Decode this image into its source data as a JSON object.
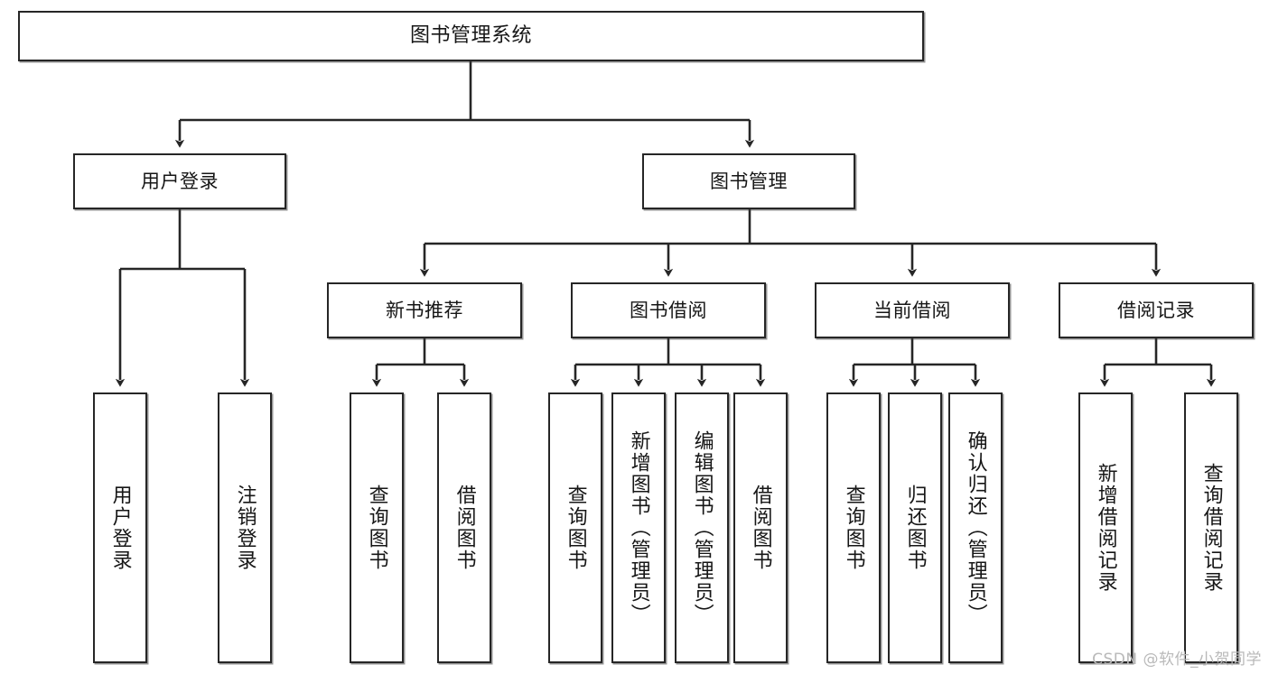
{
  "diagram": {
    "title": "图书管理系统",
    "type": "tree",
    "watermark": "CSDN @软件_小贺同学",
    "colors": {
      "box_border": "#262626",
      "box_fill": "#ffffff",
      "edge": "#262626",
      "text": "#161616",
      "watermark": "#b9b9b9"
    },
    "levels": {
      "root": [
        "图书管理系统"
      ],
      "level2": [
        "用户登录",
        "图书管理"
      ],
      "level3": [
        "新书推荐",
        "图书借阅",
        "当前借阅",
        "借阅记录"
      ],
      "leaves": [
        "用户登录",
        "注销登录",
        "查询图书",
        "借阅图书",
        "查询图书",
        "新增图书（管理员）",
        "编辑图书（管理员）",
        "借阅图书",
        "查询图书",
        "归还图书",
        "确认归还（管理员）",
        "新增借阅记录",
        "查询借阅记录"
      ]
    },
    "nodes": {
      "root": {
        "label": "图书管理系统"
      },
      "user_login": {
        "label": "用户登录"
      },
      "book_manage": {
        "label": "图书管理"
      },
      "new_book_rec": {
        "label": "新书推荐"
      },
      "book_borrow": {
        "label": "图书借阅"
      },
      "current_borrow": {
        "label": "当前借阅"
      },
      "borrow_record": {
        "label": "借阅记录"
      },
      "leaf_user_login": {
        "label": "用户登录"
      },
      "leaf_logout": {
        "label": "注销登录"
      },
      "leaf_query_book_a": {
        "label": "查询图书"
      },
      "leaf_borrow_book_a": {
        "label": "借阅图书"
      },
      "leaf_query_book_b": {
        "label": "查询图书"
      },
      "leaf_add_book": {
        "label": "新增图书（管理员）"
      },
      "leaf_edit_book": {
        "label": "编辑图书（管理员）"
      },
      "leaf_borrow_book_b": {
        "label": "借阅图书"
      },
      "leaf_query_book_c": {
        "label": "查询图书"
      },
      "leaf_return_book": {
        "label": "归还图书"
      },
      "leaf_confirm_return": {
        "label": "确认归还（管理员）"
      },
      "leaf_add_record": {
        "label": "新增借阅记录"
      },
      "leaf_query_record": {
        "label": "查询借阅记录"
      }
    },
    "edges": [
      {
        "from": "root",
        "to": "user_login"
      },
      {
        "from": "root",
        "to": "book_manage"
      },
      {
        "from": "user_login",
        "to": "leaf_user_login"
      },
      {
        "from": "user_login",
        "to": "leaf_logout"
      },
      {
        "from": "book_manage",
        "to": "new_book_rec"
      },
      {
        "from": "book_manage",
        "to": "book_borrow"
      },
      {
        "from": "book_manage",
        "to": "current_borrow"
      },
      {
        "from": "book_manage",
        "to": "borrow_record"
      },
      {
        "from": "new_book_rec",
        "to": "leaf_query_book_a"
      },
      {
        "from": "new_book_rec",
        "to": "leaf_borrow_book_a"
      },
      {
        "from": "book_borrow",
        "to": "leaf_query_book_b"
      },
      {
        "from": "book_borrow",
        "to": "leaf_add_book"
      },
      {
        "from": "book_borrow",
        "to": "leaf_edit_book"
      },
      {
        "from": "book_borrow",
        "to": "leaf_borrow_book_b"
      },
      {
        "from": "current_borrow",
        "to": "leaf_query_book_c"
      },
      {
        "from": "current_borrow",
        "to": "leaf_return_book"
      },
      {
        "from": "current_borrow",
        "to": "leaf_confirm_return"
      },
      {
        "from": "borrow_record",
        "to": "leaf_add_record"
      },
      {
        "from": "borrow_record",
        "to": "leaf_query_record"
      }
    ]
  }
}
